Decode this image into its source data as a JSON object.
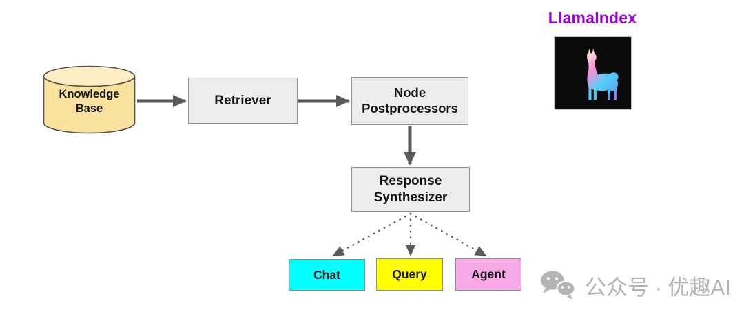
{
  "colors": {
    "background": "#ffffff",
    "process_box_fill": "#ededed",
    "process_box_border": "#8f8f8f",
    "cylinder_fill": "#f8e29e",
    "cylinder_top_fill": "#fceec2",
    "cylinder_border": "#55514a",
    "arrow": "#5a5a5a",
    "chat_fill": "#00ffff",
    "query_fill": "#ffff00",
    "agent_fill": "#f8a9e7",
    "brand_title": "#9a00e0",
    "logo_background": "#0b0b0b",
    "watermark": "#b2b2b2"
  },
  "nodes": {
    "knowledge_base": {
      "line1": "Knowledge",
      "line2": "Base"
    },
    "retriever": {
      "label": "Retriever"
    },
    "node_postprocessors": {
      "line1": "Node",
      "line2": "Postprocessors"
    },
    "response_synthesizer": {
      "line1": "Response",
      "line2": "Synthesizer"
    },
    "chat": {
      "label": "Chat"
    },
    "query": {
      "label": "Query"
    },
    "agent": {
      "label": "Agent"
    }
  },
  "edges": [
    {
      "from": "knowledge_base",
      "to": "retriever",
      "style": "solid"
    },
    {
      "from": "retriever",
      "to": "node_postprocessors",
      "style": "solid"
    },
    {
      "from": "node_postprocessors",
      "to": "response_synthesizer",
      "style": "solid"
    },
    {
      "from": "response_synthesizer",
      "to": "chat",
      "style": "dotted"
    },
    {
      "from": "response_synthesizer",
      "to": "query",
      "style": "dotted"
    },
    {
      "from": "response_synthesizer",
      "to": "agent",
      "style": "dotted"
    }
  ],
  "branding": {
    "title": "LlamaIndex",
    "logo_icon": "llama-icon"
  },
  "watermark": {
    "icon": "wechat-icon",
    "text": "公众号 · 优趣AI"
  }
}
